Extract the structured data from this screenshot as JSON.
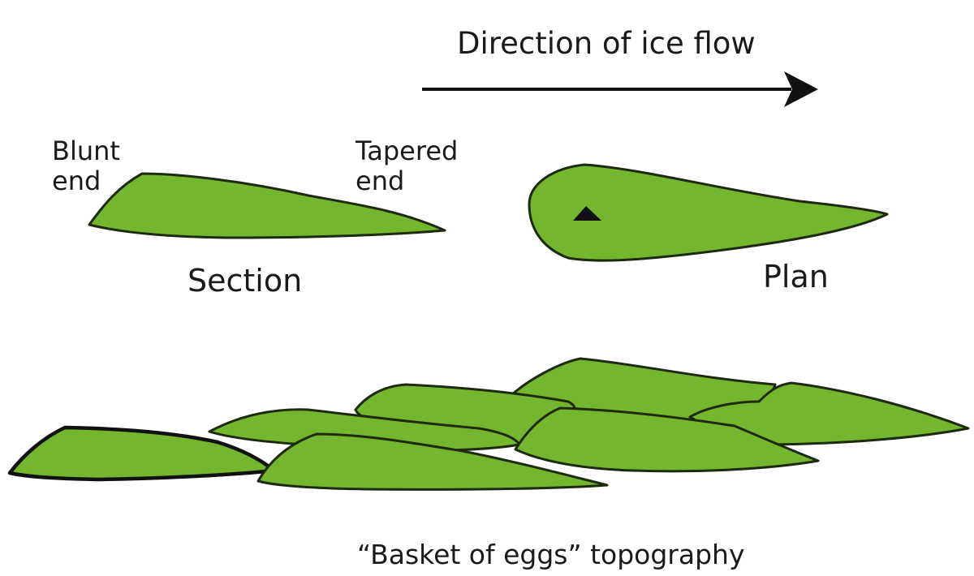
{
  "diagram": {
    "flow_label": "Direction of ice flow",
    "blunt_end": [
      "Blunt",
      "end"
    ],
    "tapered_end": [
      "Tapered",
      "end"
    ],
    "section_label": "Section",
    "plan_label": "Plan",
    "basket_label": "“Basket of eggs” topography"
  },
  "colors": {
    "drumlin_fill": "#74b72e",
    "outline": "#1e2a10",
    "arrow": "#111111"
  },
  "icons": {
    "arrow": "arrow-right-icon",
    "summit": "summit-triangle-icon"
  }
}
